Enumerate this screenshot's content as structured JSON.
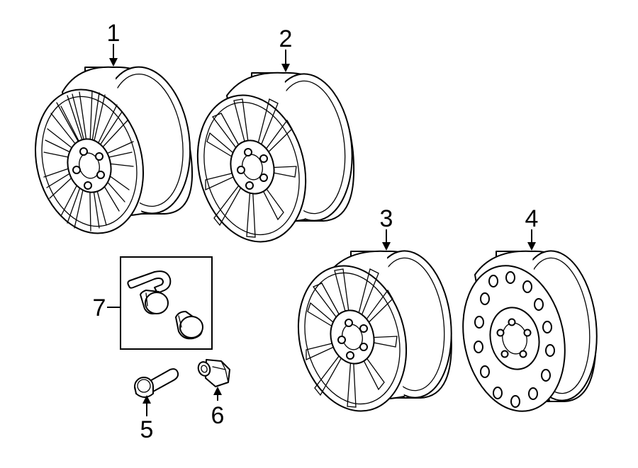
{
  "callouts": [
    {
      "id": "1"
    },
    {
      "id": "2"
    },
    {
      "id": "3"
    },
    {
      "id": "4"
    },
    {
      "id": "5"
    },
    {
      "id": "6"
    },
    {
      "id": "7"
    }
  ],
  "parts": [
    {
      "id": "1",
      "icon": "alloy-wheel-multi-spoke-icon"
    },
    {
      "id": "2",
      "icon": "alloy-wheel-split-spoke-icon"
    },
    {
      "id": "3",
      "icon": "alloy-wheel-split-spoke-icon"
    },
    {
      "id": "4",
      "icon": "steel-spare-wheel-icon"
    },
    {
      "id": "5",
      "icon": "wheel-stud-icon"
    },
    {
      "id": "6",
      "icon": "lug-nut-icon"
    },
    {
      "id": "7",
      "icon": "wheel-lock-kit-icon"
    }
  ]
}
